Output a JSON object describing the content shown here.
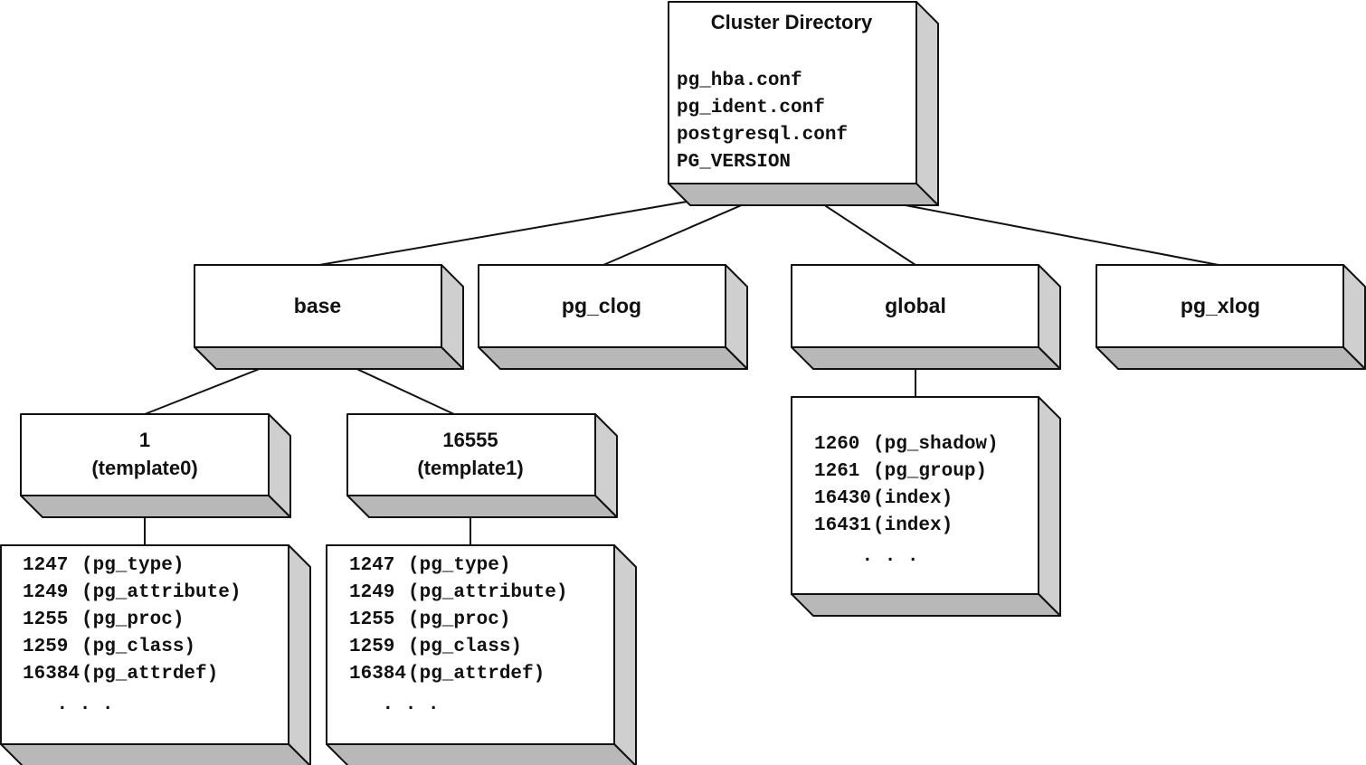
{
  "colors": {
    "front": "#ffffff",
    "side": "#cfcfcf",
    "bottom": "#b8b8b8",
    "stroke": "#111111"
  },
  "nodes": {
    "cluster": {
      "title": "Cluster Directory",
      "files": [
        "pg_hba.conf",
        "pg_ident.conf",
        "postgresql.conf",
        "PG_VERSION"
      ]
    },
    "base": {
      "label": "base"
    },
    "pg_clog": {
      "label": "pg_clog"
    },
    "global": {
      "label": "global"
    },
    "pg_xlog": {
      "label": "pg_xlog"
    },
    "db1": {
      "oid": "1",
      "name": "(template0)"
    },
    "db2": {
      "oid": "16555",
      "name": "(template1)"
    },
    "db1_files": {
      "ids": [
        "1247",
        "1249",
        "1255",
        "1259",
        "16384"
      ],
      "names": [
        "(pg_type)",
        "(pg_attribute)",
        "(pg_proc)",
        "(pg_class)",
        "(pg_attrdef)"
      ],
      "more": ". . ."
    },
    "db2_files": {
      "ids": [
        "1247",
        "1249",
        "1255",
        "1259",
        "16384"
      ],
      "names": [
        "(pg_type)",
        "(pg_attribute)",
        "(pg_proc)",
        "(pg_class)",
        "(pg_attrdef)"
      ],
      "more": ". . ."
    },
    "global_files": {
      "ids": [
        "1260",
        "1261",
        "16430",
        "16431"
      ],
      "names": [
        "(pg_shadow)",
        "(pg_group)",
        "(index)",
        "(index)"
      ],
      "more": ". . ."
    }
  }
}
